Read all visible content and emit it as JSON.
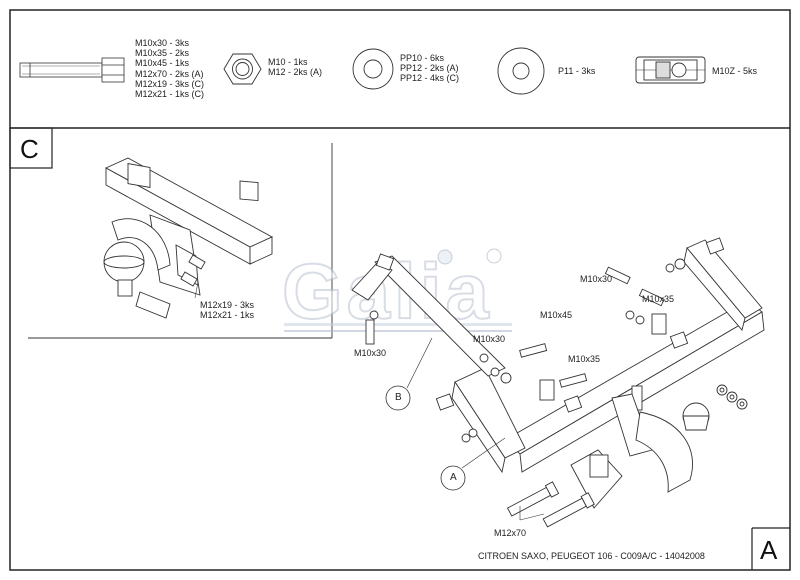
{
  "hardware": {
    "bolts": [
      "M10x30 - 3ks",
      "M10x35 - 2ks",
      "M10x45 - 1ks",
      "M12x70 - 2ks (A)",
      "M12x19 - 3ks (C)",
      "M12x21 - 1ks (C)"
    ],
    "nuts": [
      "M10 - 1ks",
      "M12 - 2ks (A)"
    ],
    "washers": [
      "PP10 - 6ks",
      "PP12 - 2ks (A)",
      "PP12 - 4ks (C)"
    ],
    "spring_washer": "P11 - 3ks",
    "cage_nut": "M10Z - 5ks"
  },
  "detail": {
    "letter": "C",
    "labels": [
      "M12x19 - 3ks",
      "M12x21 - 1ks"
    ]
  },
  "drawing": {
    "watermark": "Galia",
    "watermark_mark": "®",
    "callouts": [
      "M10x30",
      "M10x30",
      "M10x45",
      "M10x35",
      "M10x30",
      "M10x35",
      "M12x70"
    ],
    "balloons": [
      "B",
      "A"
    ]
  },
  "title_block": {
    "text": "CITROEN SAXO, PEUGEOT 106 - C009A/C - 14042008",
    "sheet_letter": "A"
  }
}
